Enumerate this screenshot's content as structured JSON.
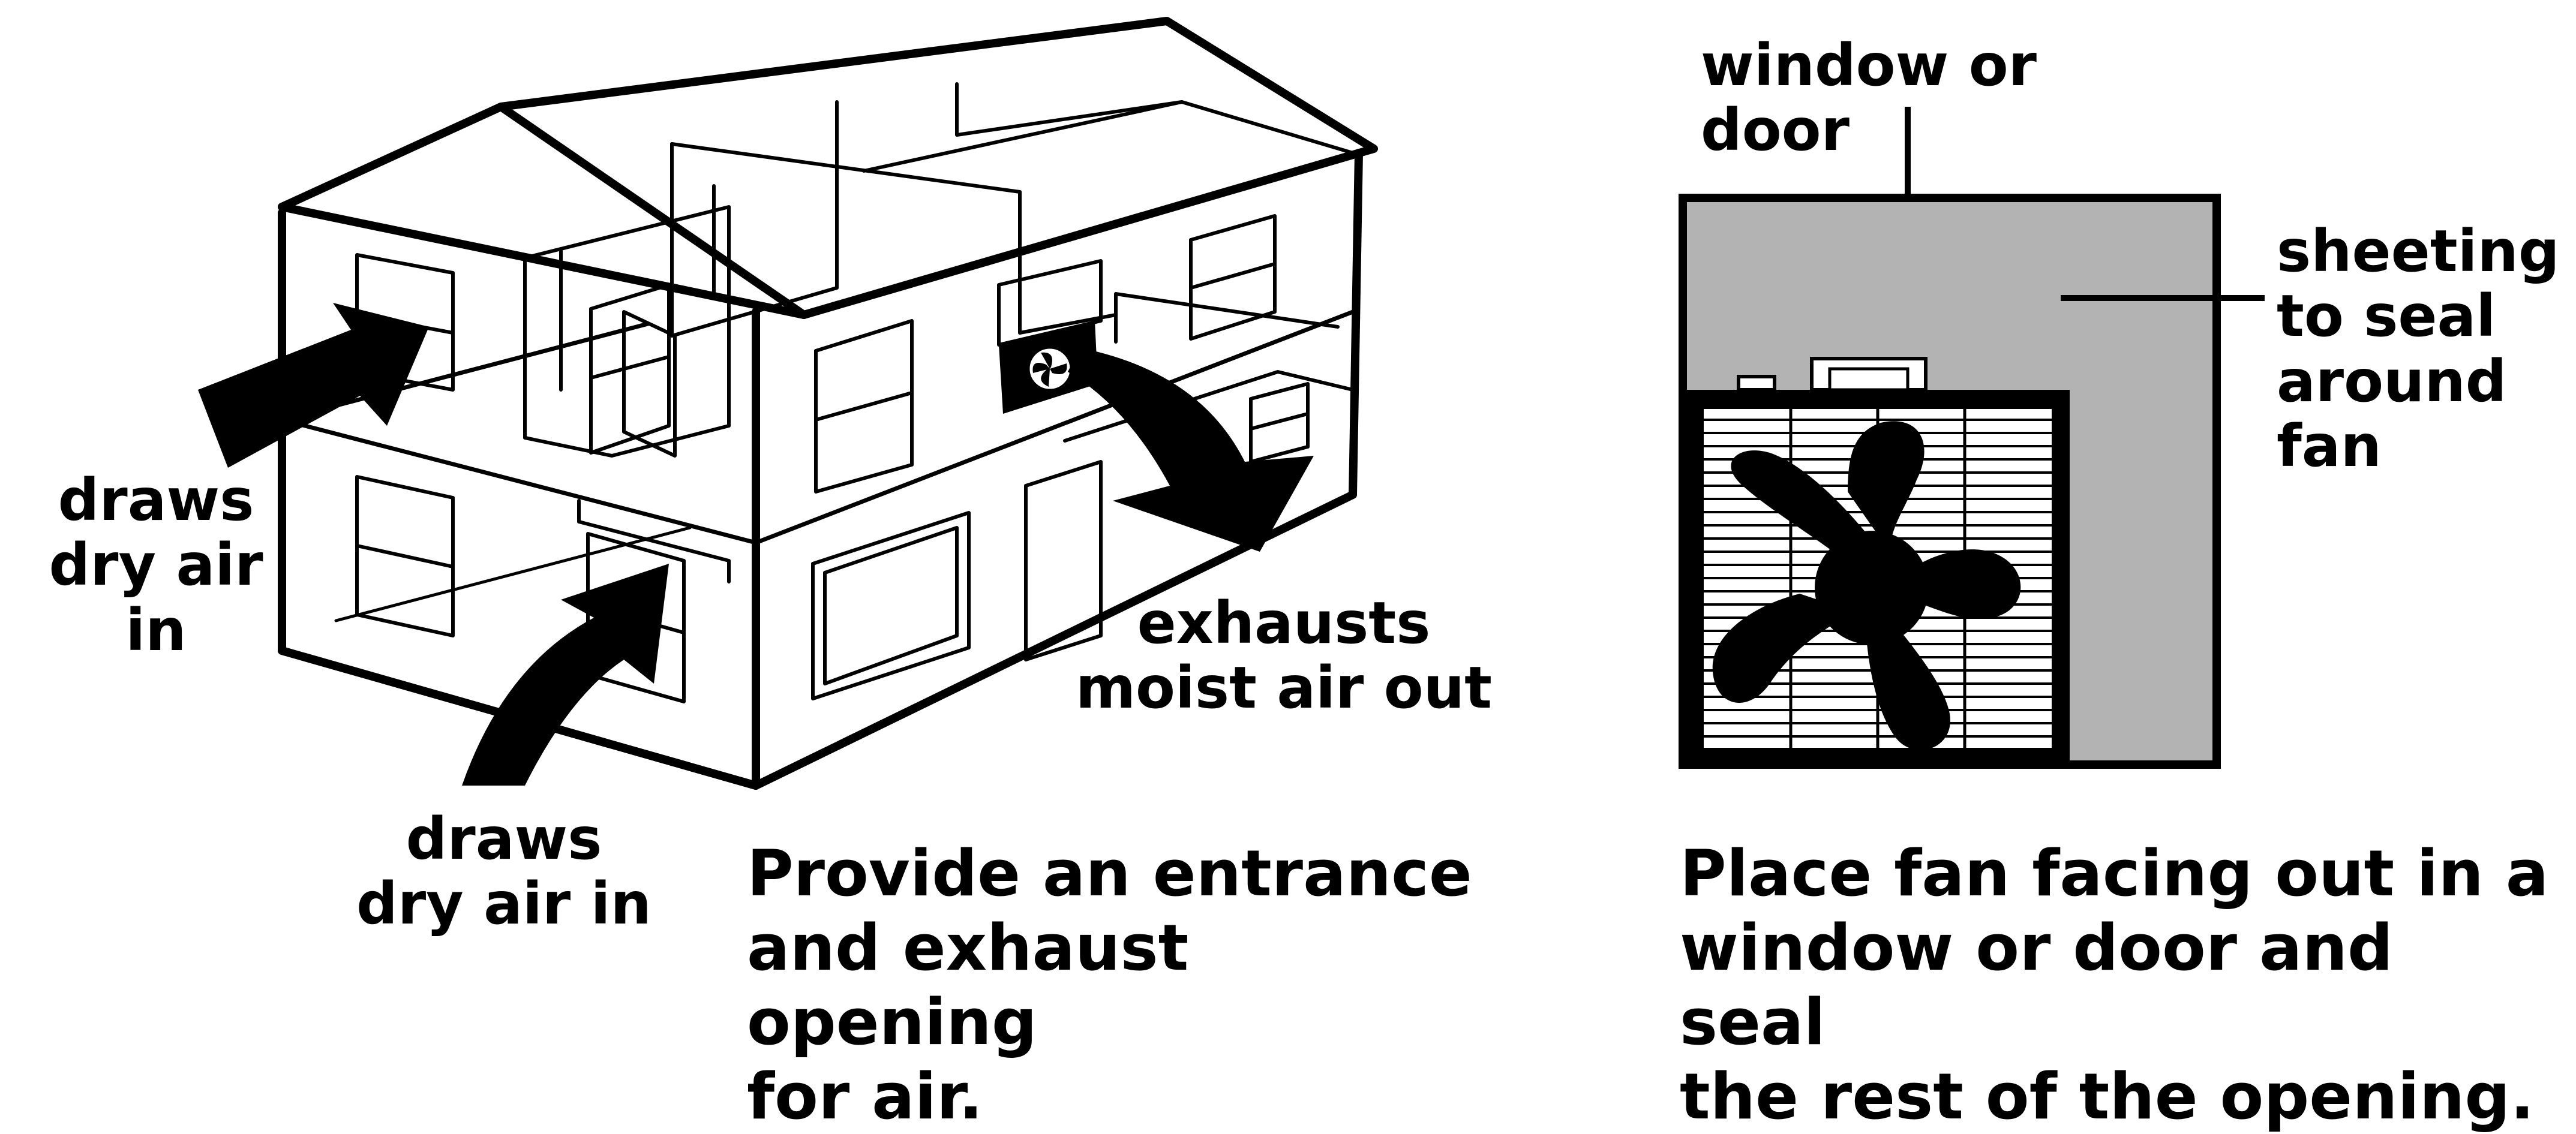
{
  "left_panel": {
    "label_draws_dry_air_in_upper": "draws\ndry air\nin",
    "label_draws_dry_air_in_lower": "draws\ndry air in",
    "label_exhausts": "exhausts\nmoist air out",
    "caption": "Provide an entrance\nand exhaust opening\nfor air."
  },
  "right_panel": {
    "label_window_or_door": "window or door",
    "label_sheeting": "sheeting\nto seal\naround\nfan",
    "caption": "Place fan facing out in a\nwindow or door and seal\nthe rest of the opening."
  },
  "colors": {
    "ink": "#000000",
    "sheeting_gray": "#b3b3b3",
    "background": "#ffffff"
  }
}
